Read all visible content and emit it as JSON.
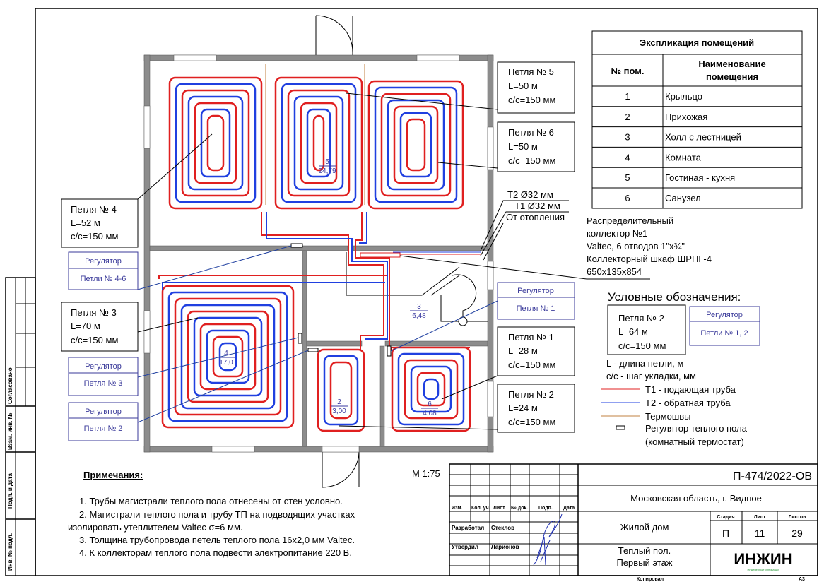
{
  "explication": {
    "title": "Экспликация помещений",
    "col_num": "№ пом.",
    "col_name_1": "Наименование",
    "col_name_2": "помещения",
    "rows": [
      {
        "num": "1",
        "name": "Крыльцо"
      },
      {
        "num": "2",
        "name": "Прихожая"
      },
      {
        "num": "3",
        "name": "Холл с лестницей"
      },
      {
        "num": "4",
        "name": "Комната"
      },
      {
        "num": "5",
        "name": "Гостиная - кухня"
      },
      {
        "num": "6",
        "name": "Санузел"
      }
    ]
  },
  "loops": {
    "l5": {
      "title": "Петля № 5",
      "len": "L=50 м",
      "step": "с/с=150 мм"
    },
    "l6": {
      "title": "Петля № 6",
      "len": "L=50 м",
      "step": "с/с=150 мм"
    },
    "l4": {
      "title": "Петля № 4",
      "len": "L=52 м",
      "step": "с/с=150 мм"
    },
    "l3": {
      "title": "Петля № 3",
      "len": "L=70 м",
      "step": "с/с=150 мм"
    },
    "l1": {
      "title": "Петля № 1",
      "len": "L=28 м",
      "step": "с/с=150 мм"
    },
    "l2": {
      "title": "Петля № 2",
      "len": "L=24 м",
      "step": "с/с=150 мм"
    }
  },
  "regulators": {
    "r46": {
      "title": "Регулятор",
      "loops": "Петли № 4-6"
    },
    "r3": {
      "title": "Регулятор",
      "loops": "Петля № 3"
    },
    "r2": {
      "title": "Регулятор",
      "loops": "Петля № 2"
    },
    "r1": {
      "title": "Регулятор",
      "loops": "Петля № 1"
    }
  },
  "rooms": [
    {
      "num": "5",
      "area": "24,79"
    },
    {
      "num": "3",
      "area": "6,48"
    },
    {
      "num": "4",
      "area": "17,0"
    },
    {
      "num": "2",
      "area": "3,00"
    },
    {
      "num": "6",
      "area": "4,08"
    }
  ],
  "mains": {
    "t2": "Т2 Ø32 мм",
    "t1": "Т1 Ø32 мм",
    "from": "От отопления"
  },
  "collector": {
    "lines": [
      "Распределительный",
      "коллектор №1",
      "Valtec, 6 отводов 1\"x¾\"",
      "Коллекторный шкаф ШРНГ-4",
      "650x135x854"
    ]
  },
  "legend": {
    "title": "Условные обозначения:",
    "loop": {
      "title": "Петля № 2",
      "len": "L=64 м",
      "step": "с/с=150 мм"
    },
    "reg": {
      "title": "Регулятор",
      "loops": "Петли № 1, 2"
    },
    "len_desc": "L - длина петли, м",
    "step_desc": "с/с - шаг укладки, мм",
    "t1": "Т1 - подающая труба",
    "t2": "Т2 - обратная труба",
    "seams": "Термошвы",
    "reg_desc_1": "Регулятор теплого пола",
    "reg_desc_2": "(комнатный термостат)",
    "colors": {
      "t1": "#e02020",
      "t2": "#2040e0",
      "seams": "#c08040"
    }
  },
  "notes": {
    "title": "Примечания:",
    "scale": "М 1:75",
    "items": [
      "1.    Трубы магистрали теплого пола отнесены от стен условно.",
      "2.    Магистрали теплого пола и трубу ТП на подводящих участках",
      "изолировать утеплителем Valtec σ=6 мм.",
      "3.    Толщина трубопровода петель теплого пола 16х2,0 мм Valtec.",
      "4.    К коллекторам теплого пола подвести электропитание 220 В."
    ]
  },
  "stamp": {
    "code": "П-474/2022-ОВ",
    "location": "Московская область, г. Видное",
    "object": "Жилой дом",
    "sheet_title_1": "Теплый пол.",
    "sheet_title_2": "Первый этаж",
    "headers": [
      "Изм.",
      "Кол. уч.",
      "Лист",
      "№ док.",
      "Подп.",
      "Дата"
    ],
    "stage_h": "Стадия",
    "sheet_h": "Лист",
    "sheets_h": "Листов",
    "stage": "П",
    "sheet": "11",
    "sheets": "29",
    "dev_role": "Разработал",
    "dev_name": "Стеклов",
    "appr_role": "Утвердил",
    "appr_name": "Ларионов",
    "logo": "ИНЖИН",
    "logo_sub": "Инженерные инновации",
    "copied": "Копировал",
    "format": "А3",
    "side": [
      "Согласовано",
      "Взам. инв. №",
      "Подп. и дата",
      "Инв. № подл."
    ]
  }
}
